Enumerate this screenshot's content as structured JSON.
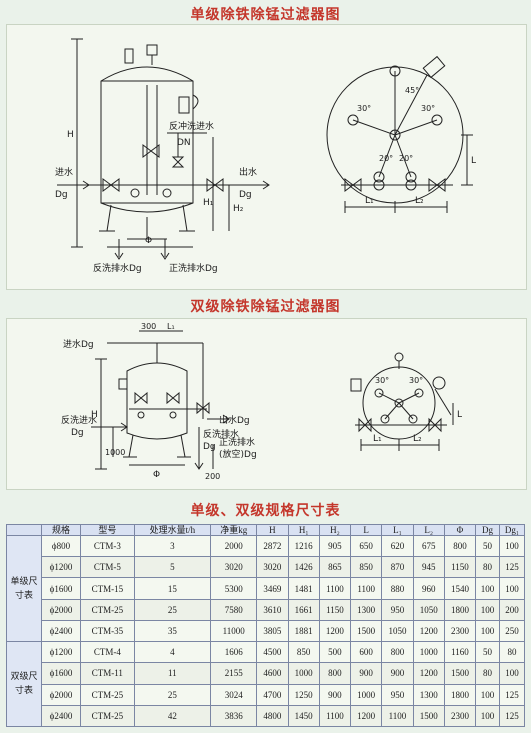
{
  "titles": {
    "single": "单级除铁除锰过滤器图",
    "double": "双级除铁除锰过滤器图",
    "table": "单级、双级规格尺寸表"
  },
  "single_diagram": {
    "inlet": "进水",
    "inlet_dg": "Dg",
    "outlet": "出水",
    "outlet_dg": "Dg",
    "backwash_in": "反冲洗进水",
    "dn": "DN",
    "backwash_drain": "反洗排水Dg",
    "rinse_drain": "正洗排水Dg",
    "dim_h": "H",
    "dim_h1": "H₁",
    "dim_h2": "H₂",
    "dim_phi": "Φ",
    "angle_45": "45°",
    "angle_30a": "30°",
    "angle_30b": "30°",
    "angle_20a": "20°",
    "angle_20b": "20°",
    "dim_l": "L",
    "dim_l1": "L₁",
    "dim_l2": "L₂"
  },
  "double_diagram": {
    "inlet": "进水Dg",
    "dim_300": "300",
    "dim_l1": "L₁",
    "backwash_in": "反洗进水",
    "backwash_dg": "Dg",
    "outlet": "出水Dg",
    "backwash_drain": "反洗排水",
    "backwash_drain_dg": "Dg",
    "rinse_drain": "正洗排水",
    "vent": "(放空)Dg",
    "dim_h": "H",
    "dim_1000": "1000",
    "dim_200": "200",
    "dim_phi": "Φ",
    "angle_30a": "30°",
    "angle_30b": "30°",
    "dim_l": "L",
    "dim_l1b": "L₁",
    "dim_l2": "L₂"
  },
  "table": {
    "headers": [
      "规格",
      "型号",
      "处理水量t/h",
      "净重kg",
      "H",
      "H₁",
      "H₂",
      "L",
      "L₁",
      "L₂",
      "Φ",
      "Dg",
      "Dg₁"
    ],
    "group_single": "单级尺寸表",
    "group_double": "双级尺寸表",
    "single_rows": [
      [
        "ϕ800",
        "CTM-3",
        "3",
        "2000",
        "2872",
        "1216",
        "905",
        "650",
        "620",
        "675",
        "800",
        "50",
        "100"
      ],
      [
        "ϕ1200",
        "CTM-5",
        "5",
        "3020",
        "3020",
        "1426",
        "865",
        "850",
        "870",
        "945",
        "1150",
        "80",
        "125"
      ],
      [
        "ϕ1600",
        "CTM-15",
        "15",
        "5300",
        "3469",
        "1481",
        "1100",
        "1100",
        "880",
        "960",
        "1540",
        "100",
        "100"
      ],
      [
        "ϕ2000",
        "CTM-25",
        "25",
        "7580",
        "3610",
        "1661",
        "1150",
        "1300",
        "950",
        "1050",
        "1800",
        "100",
        "200"
      ],
      [
        "ϕ2400",
        "CTM-35",
        "35",
        "11000",
        "3805",
        "1881",
        "1200",
        "1500",
        "1050",
        "1200",
        "2300",
        "100",
        "250"
      ]
    ],
    "double_rows": [
      [
        "ϕ1200",
        "CTM-4",
        "4",
        "1606",
        "4500",
        "850",
        "500",
        "600",
        "800",
        "1000",
        "1160",
        "50",
        "80"
      ],
      [
        "ϕ1600",
        "CTM-11",
        "11",
        "2155",
        "4600",
        "1000",
        "800",
        "900",
        "900",
        "1200",
        "1500",
        "80",
        "100"
      ],
      [
        "ϕ2000",
        "CTM-25",
        "25",
        "3024",
        "4700",
        "1250",
        "900",
        "1000",
        "950",
        "1300",
        "1800",
        "100",
        "125"
      ],
      [
        "ϕ2400",
        "CTM-25",
        "42",
        "3836",
        "4800",
        "1450",
        "1100",
        "1200",
        "1100",
        "1500",
        "2300",
        "100",
        "125"
      ]
    ]
  }
}
